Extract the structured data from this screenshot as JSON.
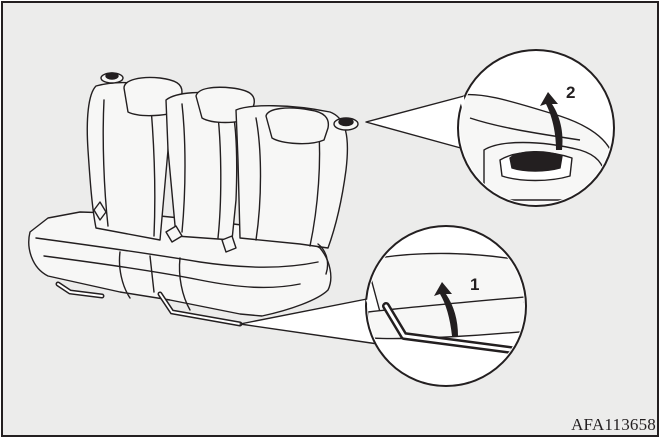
{
  "figure": {
    "reference_code": "AFA113658",
    "callouts": [
      {
        "number": "1",
        "meaning": ""
      },
      {
        "number": "2",
        "meaning": ""
      }
    ],
    "colors": {
      "background": "#ececeb",
      "seat_fill": "#f7f7f6",
      "lens_fill": "#ffffff",
      "line": "#231f20",
      "handle_fill": "#231f20"
    },
    "icons": [
      "arrow-up-curved-icon",
      "arrow-up-curved-icon"
    ]
  }
}
